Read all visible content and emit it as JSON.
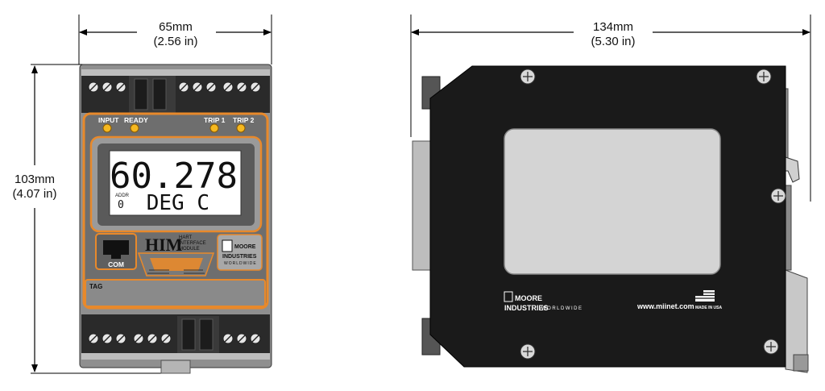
{
  "dimensions": {
    "front_width": {
      "mm": "65mm",
      "in": "(2.56 in)"
    },
    "side_width": {
      "mm": "134mm",
      "in": "(5.30 in)"
    },
    "height": {
      "mm": "103mm",
      "in": "(4.07 in)"
    }
  },
  "front": {
    "leds": {
      "input": "INPUT",
      "ready": "READY",
      "trip1": "TRIP 1",
      "trip2": "TRIP 2"
    },
    "display": {
      "value": "60.278",
      "unit": "DEG C",
      "addr_label": "ADDR",
      "addr_value": "0"
    },
    "com_label": "COM",
    "him": {
      "logo": "HIM",
      "line1": "HART",
      "line2": "INTERFACE",
      "line3": "MODULE"
    },
    "brand": {
      "line1": "MOORE",
      "line2": "INDUSTRIES",
      "line3": "WORLDWIDE"
    },
    "tag_label": "TAG"
  },
  "side": {
    "brand": {
      "line1": "MOORE",
      "line2": "INDUSTRIES",
      "line3": "WORLDWIDE"
    },
    "url": "www.miinet.com",
    "made_in": "MADE IN USA"
  },
  "colors": {
    "accent_orange": "#E8892B",
    "body_gray": "#8a8a8a",
    "panel_black": "#1a1a1a",
    "led_yellow": "#F5B820"
  }
}
